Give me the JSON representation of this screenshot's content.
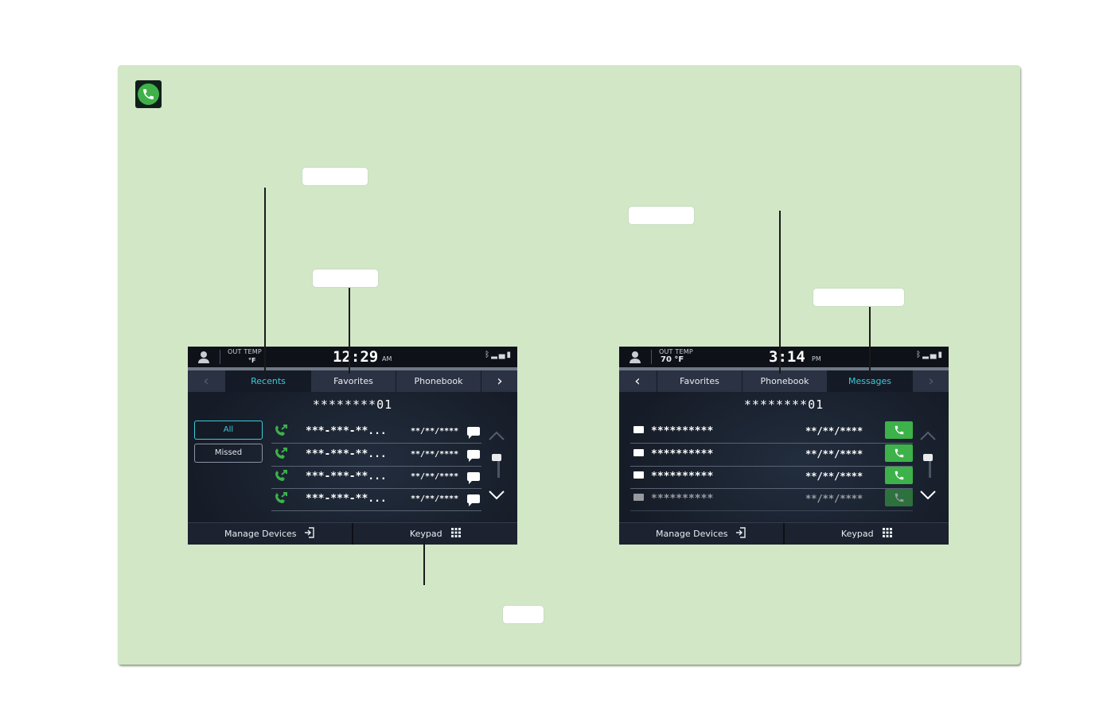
{
  "left_screen": {
    "status": {
      "out_temp_label": "OUT TEMP",
      "out_temp_value": "°F",
      "clock": "12:29",
      "ampm": "AM"
    },
    "tabs": [
      {
        "label": "",
        "active": false
      },
      {
        "label": "Recents",
        "active": true
      },
      {
        "label": "Favorites",
        "active": false
      },
      {
        "label": "Phonebook",
        "active": false
      },
      {
        "label": "",
        "active": false
      }
    ],
    "header": "********01",
    "filters": [
      {
        "label": "All",
        "active": true
      },
      {
        "label": "Missed",
        "active": false
      }
    ],
    "rows": [
      {
        "number": "***-***-**...",
        "date": "**/**/****"
      },
      {
        "number": "***-***-**...",
        "date": "**/**/****"
      },
      {
        "number": "***-***-**...",
        "date": "**/**/****"
      },
      {
        "number": "***-***-**...",
        "date": "**/**/****"
      }
    ],
    "bottom": {
      "manage": "Manage Devices",
      "keypad": "Keypad"
    }
  },
  "right_screen": {
    "status": {
      "out_temp_label": "OUT TEMP",
      "out_temp_value": "70 °F",
      "clock": "3:14",
      "ampm": "PM"
    },
    "tabs": [
      {
        "label": "",
        "active": false
      },
      {
        "label": "Favorites",
        "active": false
      },
      {
        "label": "Phonebook",
        "active": false
      },
      {
        "label": "Messages",
        "active": true
      },
      {
        "label": "",
        "active": false
      }
    ],
    "header": "********01",
    "rows": [
      {
        "name": "**********",
        "date": "**/**/****"
      },
      {
        "name": "**********",
        "date": "**/**/****"
      },
      {
        "name": "**********",
        "date": "**/**/****"
      },
      {
        "name": "**********",
        "date": "**/**/****"
      }
    ],
    "bottom": {
      "manage": "Manage Devices",
      "keypad": "Keypad"
    }
  },
  "colors": {
    "panel": "#d1e7c6",
    "accent": "#3cc9d9",
    "call_green": "#3db24a"
  },
  "icons": [
    "phone-icon",
    "user-icon",
    "bluetooth-icon",
    "signal-icon",
    "battery-icon",
    "call-arrow-icon",
    "message-bubble-icon",
    "mail-icon",
    "login-icon",
    "keypad-grid-icon",
    "chevron-left-icon",
    "chevron-right-icon",
    "chevron-up-icon",
    "chevron-down-icon"
  ]
}
